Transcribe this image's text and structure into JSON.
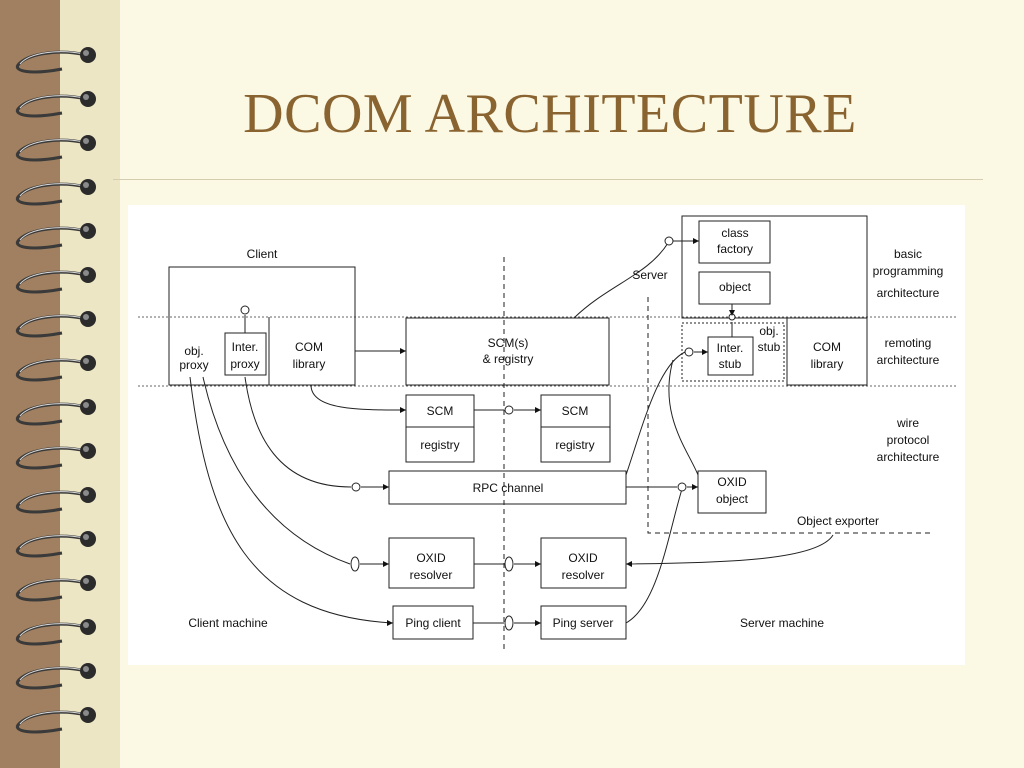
{
  "slide": {
    "title": "DCOM ARCHITECTURE"
  },
  "diagram": {
    "labels": {
      "client": "Client",
      "server": "Server",
      "client_machine": "Client machine",
      "server_machine": "Server machine",
      "object_exporter": "Object exporter"
    },
    "layers": {
      "basic": [
        "basic",
        "programming",
        "architecture"
      ],
      "remoting": [
        "remoting",
        "architecture"
      ],
      "wire": [
        "wire",
        "protocol",
        "architecture"
      ]
    },
    "boxes": {
      "obj_proxy": [
        "obj.",
        "proxy"
      ],
      "inter_proxy": [
        "Inter.",
        "proxy"
      ],
      "com_library_client": [
        "COM",
        "library"
      ],
      "scm_registry_main": [
        "SCM(s)",
        "& registry"
      ],
      "class_factory": [
        "class",
        "factory"
      ],
      "object": "object",
      "obj_stub": [
        "obj.",
        "stub"
      ],
      "inter_stub": [
        "Inter.",
        "stub"
      ],
      "com_library_server": [
        "COM",
        "library"
      ],
      "scm_client": "SCM",
      "registry_client": "registry",
      "scm_server": "SCM",
      "registry_server": "registry",
      "rpc_channel": "RPC channel",
      "oxid_object": [
        "OXID",
        "object"
      ],
      "oxid_resolver_client": [
        "OXID",
        "resolver"
      ],
      "oxid_resolver_server": [
        "OXID",
        "resolver"
      ],
      "ping_client": "Ping client",
      "ping_server": "Ping server"
    }
  }
}
